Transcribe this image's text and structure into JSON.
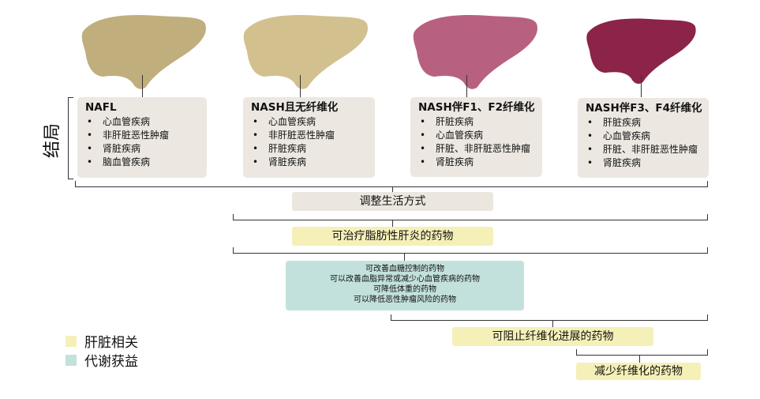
{
  "outcome_label": "结局",
  "stages": [
    {
      "title": "NAFL",
      "items": [
        "心血管疾病",
        "非肝脏恶性肿瘤",
        "肾脏疾病",
        "脑血管疾病"
      ],
      "liver_color": "#c0ae7c"
    },
    {
      "title": "NASH且无纤维化",
      "items": [
        "心血管疾病",
        "非肝脏恶性肿瘤",
        "肝脏疾病",
        "肾脏疾病"
      ],
      "liver_color": "#d2c08f"
    },
    {
      "title": "NASH伴F1、F2纤维化",
      "items": [
        "肝脏疾病",
        "心血管疾病",
        "肝脏、非肝脏恶性肿瘤",
        "肾脏疾病"
      ],
      "liver_color": "#b8607f"
    },
    {
      "title": "NASH伴F3、F4纤维化",
      "items": [
        "肝脏疾病",
        "心血管疾病",
        "肝脏、非肝脏恶性肿瘤",
        "肾脏疾病"
      ],
      "liver_color": "#8c2349"
    }
  ],
  "interventions": {
    "lifestyle": "调整生活方式",
    "nash_drugs": "可治疗脂肪性肝炎的药物",
    "metabolic": [
      "可改善血糖控制的药物",
      "可以改善血脂异常或减少心血管疾病的药物",
      "可降低体重的药物",
      "可以降低恶性肿瘤风险的药物"
    ],
    "anti_progression": "可阻止纤维化进展的药物",
    "reduce_fibrosis": "减少纤维化的药物"
  },
  "legend": [
    {
      "label": "肝脏相关",
      "color": "#f5f0b8"
    },
    {
      "label": "代谢获益",
      "color": "#c3e1dc"
    }
  ]
}
